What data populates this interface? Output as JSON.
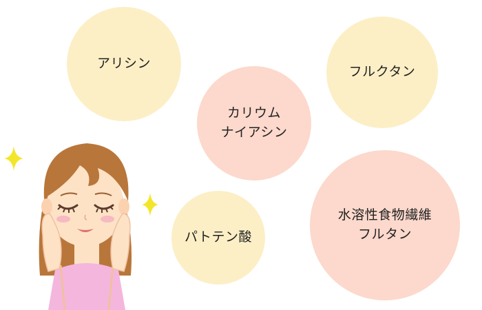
{
  "bubbles": [
    {
      "lines": [
        "アリシン"
      ],
      "color": "#fcefc6"
    },
    {
      "lines": [
        "フルクタン"
      ],
      "color": "#fcefc6"
    },
    {
      "lines": [
        "カリウム",
        "ナイアシン"
      ],
      "color": "#fcd9cc"
    },
    {
      "lines": [
        "パトテン酸"
      ],
      "color": "#fcefc6"
    },
    {
      "lines": [
        "水溶性食物繊維",
        "フルタン"
      ],
      "color": "#fcd9cc"
    }
  ],
  "illustration": {
    "subject": "woman-touching-cheeks",
    "hair_color": "#b9763a",
    "skin_color": "#fde2c6",
    "top_color": "#f4b6dd",
    "sparkle_color": "#f3e62a"
  }
}
